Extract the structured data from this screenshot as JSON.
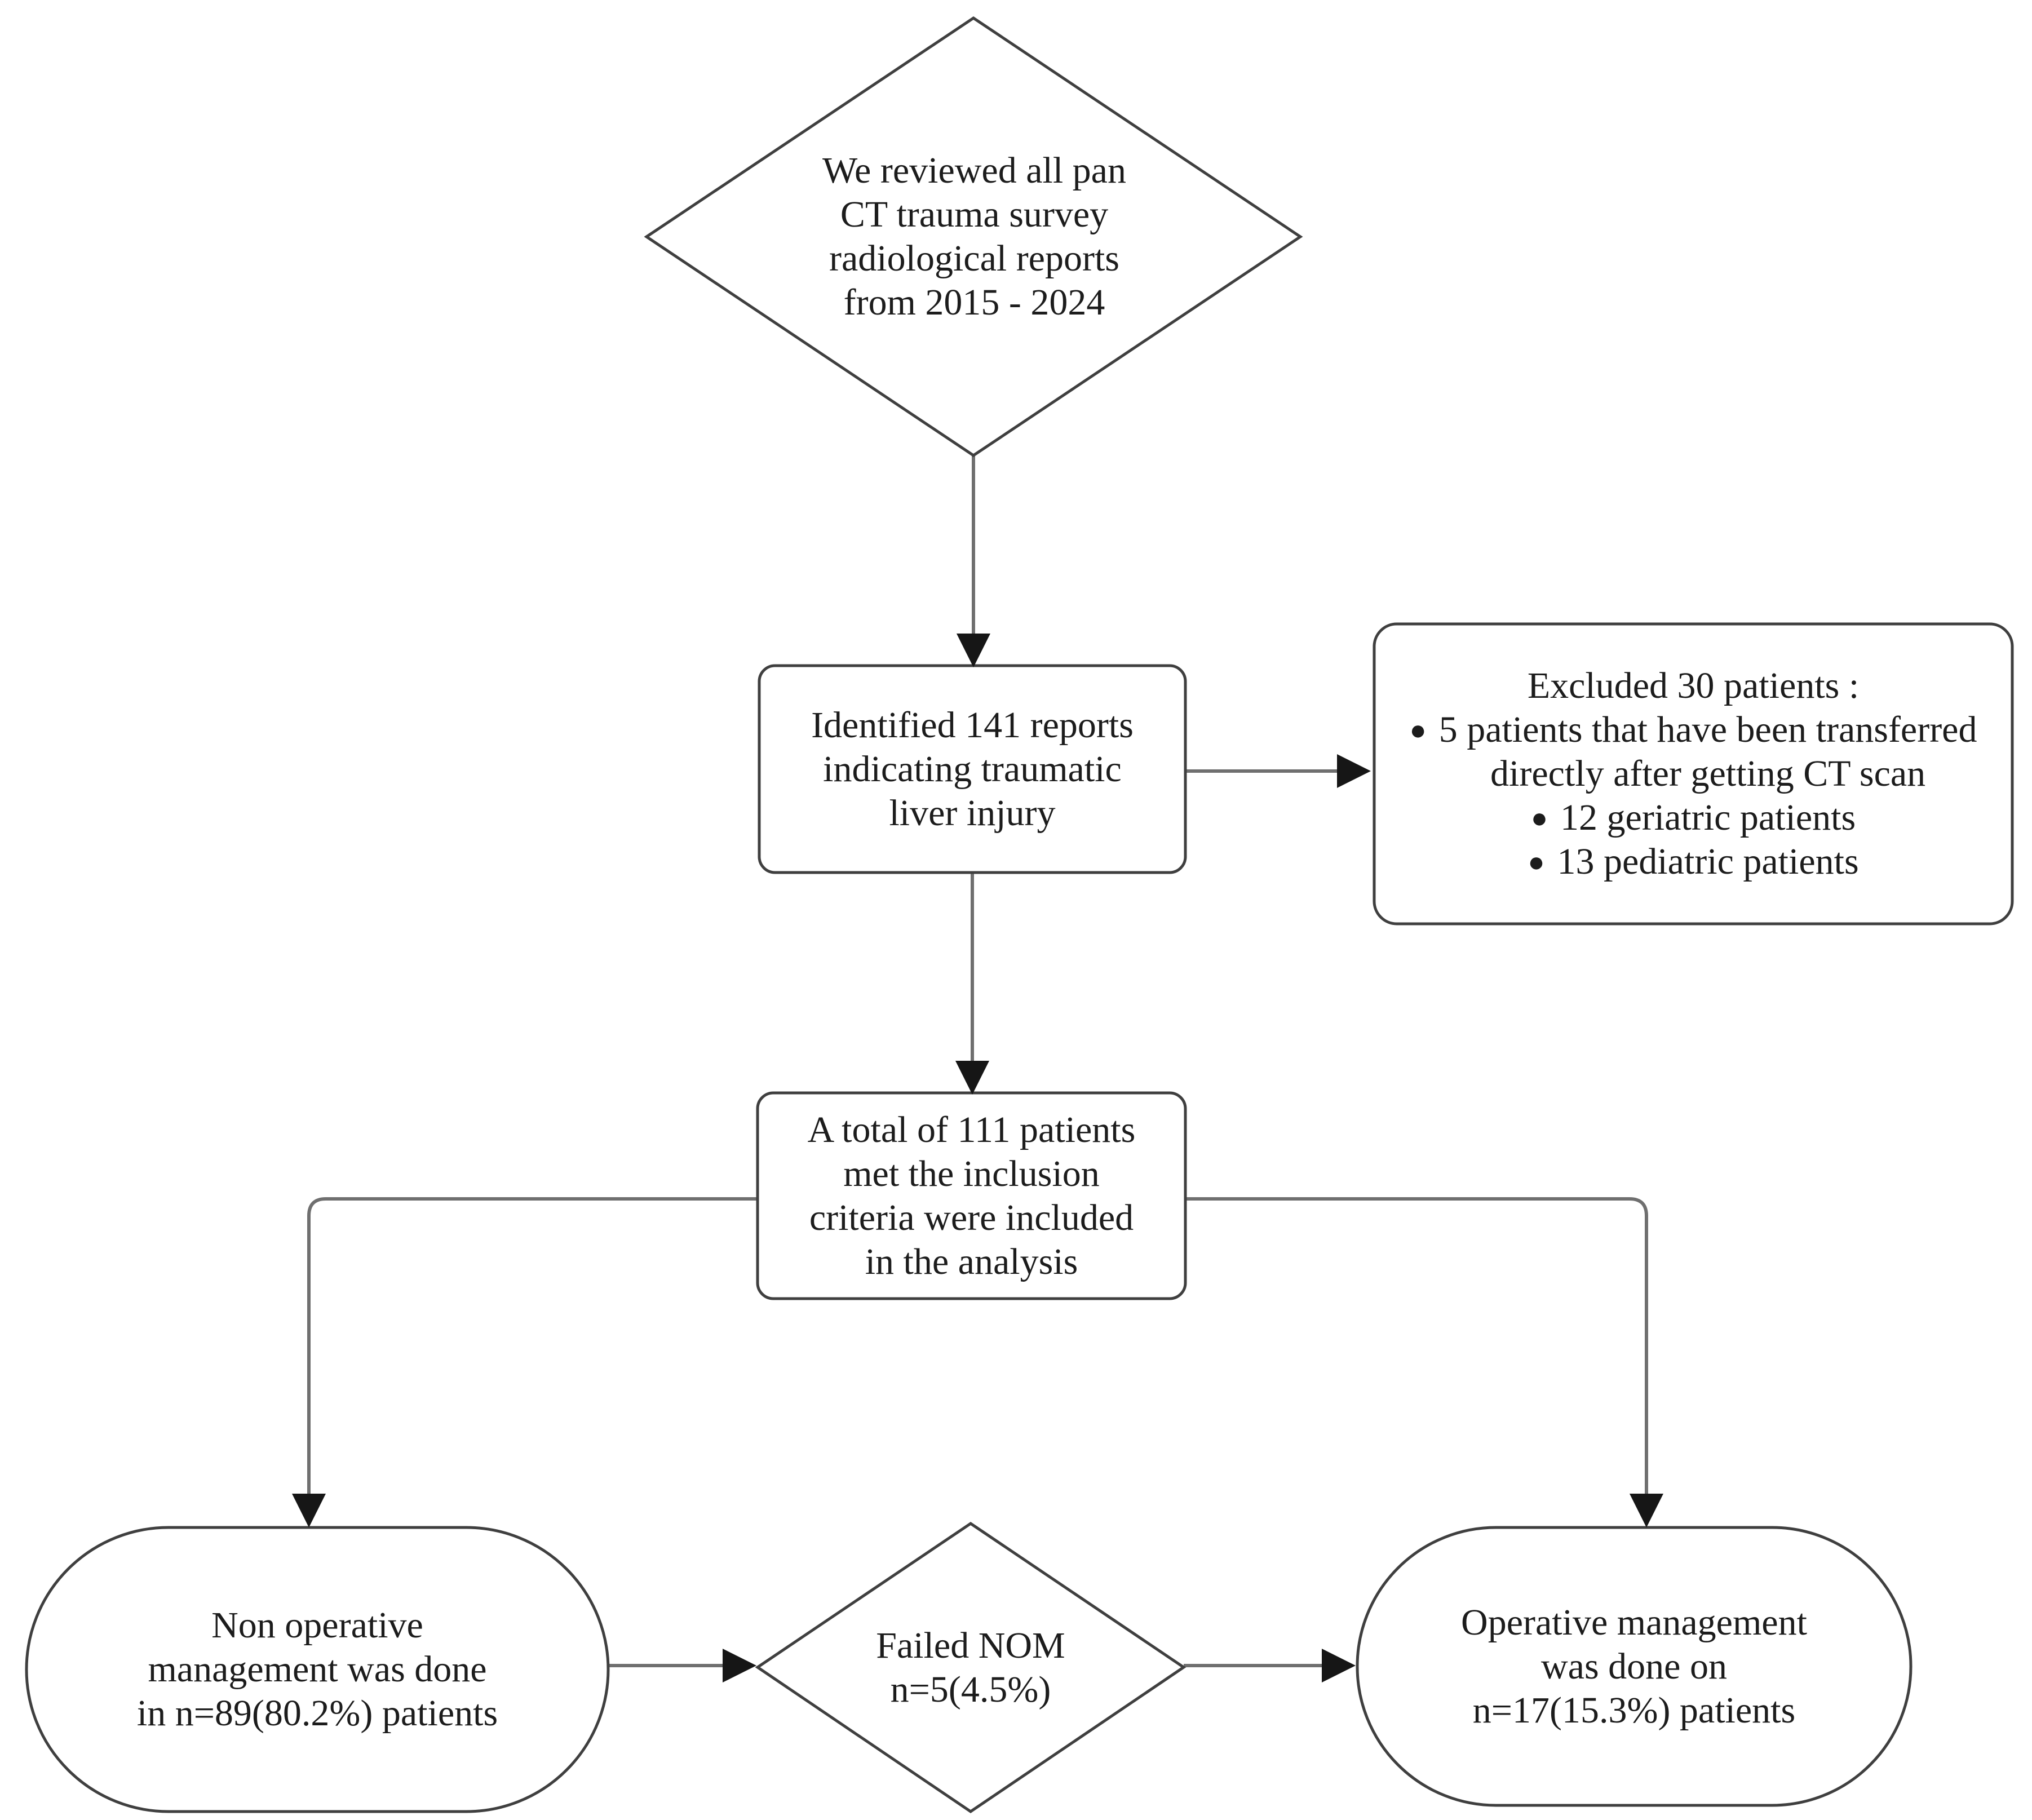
{
  "nodes": {
    "review_diamond": {
      "text": "We reviewed all pan\nCT trauma survey\nradiological reports\nfrom 2015 - 2024"
    },
    "identified_box": {
      "text": "Identified 141 reports\nindicating traumatic\nliver injury"
    },
    "excluded_box": {
      "title": "Excluded 30 patients :",
      "bullet": "●",
      "items": [
        {
          "text": "5 patients that have been transferred\ndirectly after getting CT scan"
        },
        {
          "text": "12 geriatric patients"
        },
        {
          "text": "13 pediatric patients"
        }
      ]
    },
    "included_box": {
      "text": "A total of 111 patients\nmet the inclusion\ncriteria were included\nin the analysis"
    },
    "nom_stadium": {
      "text": "Non operative\nmanagement was done\nin n=89(80.2%) patients"
    },
    "failed_nom_diamond": {
      "text": "Failed NOM\nn=5(4.5%)"
    },
    "om_stadium": {
      "text": "Operative management\nwas done on\nn=17(15.3%) patients"
    }
  },
  "colors": {
    "background": "#ffffff",
    "shape_border": "#3f3f3f",
    "connector_line": "#6f6f6f",
    "arrowhead": "#161616",
    "text": "#1c1c1c"
  }
}
